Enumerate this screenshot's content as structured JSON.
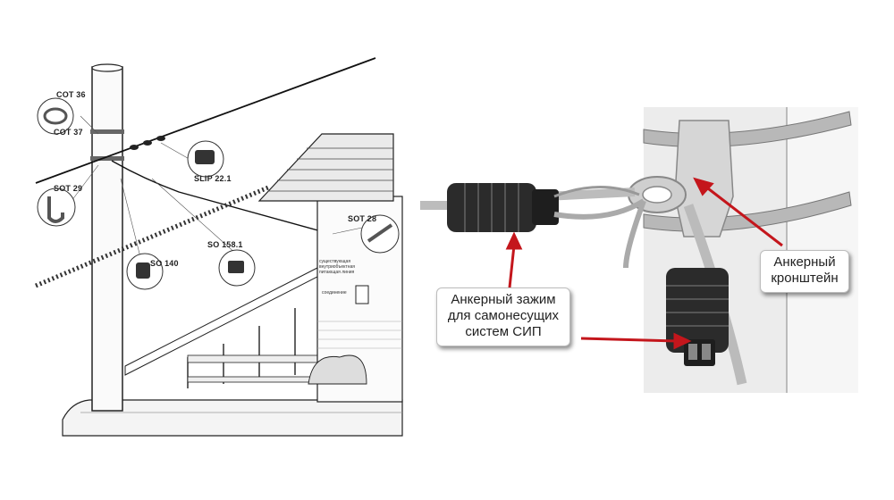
{
  "left_labels": {
    "cot36": "COT 36",
    "cot37": "COT 37",
    "sot29": "SOT 29",
    "slip221": "SLIP 22.1",
    "so140": "SO 140",
    "so1581": "SO 158.1",
    "sot28": "SOT 28",
    "note_existing_line": "существующая внутриобъектная питающая линия",
    "note_connection": "соединение"
  },
  "callouts": {
    "clamp": [
      "Анкерный зажим",
      "для самонесущих",
      "систем СИП"
    ],
    "bracket": [
      "Анкерный",
      "кронштейн"
    ]
  },
  "colors": {
    "arrow": "#c4161c",
    "clamp_body": "#2b2b2b",
    "wall": "#ececec",
    "line": "#111111"
  }
}
